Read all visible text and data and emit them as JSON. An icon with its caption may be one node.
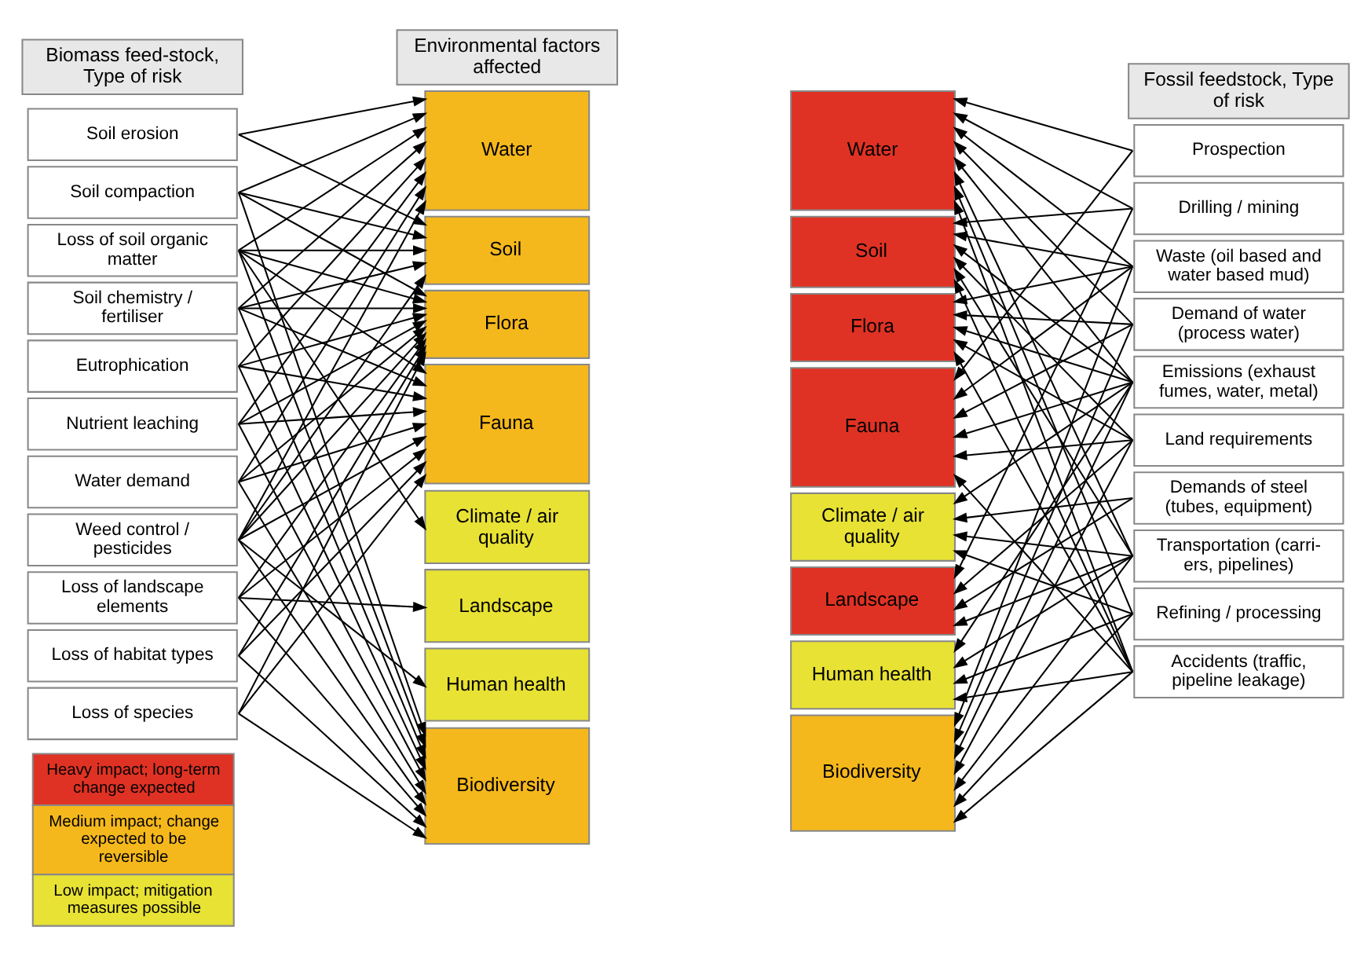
{
  "diagram": {
    "nodes": [
      {
        "text": [
          "Biomass feed-stock, Type of risk"
        ]
      },
      {
        "text": [
          "Environmental factors affected"
        ]
      },
      {
        "text": [
          "Fossil feedstock, Type of risk"
        ]
      },
      {
        "text": [
          "Soil erosion"
        ]
      },
      {
        "text": [
          "Soil compaction"
        ]
      },
      {
        "text": [
          "Loss of soil organic matter"
        ]
      },
      {
        "text": [
          "Soil chemistry / fertiliser"
        ]
      },
      {
        "text": [
          "Eutrophication"
        ]
      },
      {
        "text": [
          "Nutrient leaching"
        ]
      },
      {
        "text": [
          "Water demand"
        ]
      },
      {
        "text": [
          "Weed control / pesticides"
        ]
      },
      {
        "text": [
          "Loss of landscape elements"
        ]
      },
      {
        "text": [
          "Loss of habitat types"
        ]
      },
      {
        "text": [
          "Loss of species"
        ]
      },
      {
        "text": [
          "Water"
        ]
      },
      {
        "text": [
          "Soil"
        ]
      },
      {
        "text": [
          "Flora"
        ]
      },
      {
        "text": [
          "Fauna"
        ]
      },
      {
        "text": [
          "Climate / air quality"
        ]
      },
      {
        "text": [
          "Landscape"
        ]
      },
      {
        "text": [
          "Human health"
        ]
      },
      {
        "text": [
          "Biodiversity"
        ]
      },
      {
        "text": [
          "Water"
        ]
      },
      {
        "text": [
          "Soil"
        ]
      },
      {
        "text": [
          "Flora"
        ]
      },
      {
        "text": [
          "Fauna"
        ]
      },
      {
        "text": [
          "Climate / air quality"
        ]
      },
      {
        "text": [
          "Landscape"
        ]
      },
      {
        "text": [
          "Human health"
        ]
      },
      {
        "text": [
          "Biodiversity"
        ]
      },
      {
        "text": [
          "Prospection"
        ]
      },
      {
        "text": [
          "Drilling / mining"
        ]
      },
      {
        "text": [
          "Waste (oil based and water based mud)"
        ]
      },
      {
        "text": [
          "Demand of water (process water)"
        ]
      },
      {
        "text": [
          "Emissions (exhaust fumes, water, metal)"
        ]
      },
      {
        "text": [
          "Land requirements"
        ]
      },
      {
        "text": [
          "Demands of steel (tubes, equipment)"
        ]
      },
      {
        "text": [
          "Transportation (carri- ers, pipelines)"
        ]
      },
      {
        "text": [
          "Refining / processing"
        ]
      },
      {
        "text": [
          "Accidents (traffic, pipeline leakage)"
        ]
      }
    ],
    "edges": [
      {
        "from": 3,
        "to": 14,
        "arrow": "to"
      },
      {
        "from": 3,
        "to": 15,
        "arrow": "to"
      },
      {
        "from": 4,
        "to": 14,
        "arrow": "to"
      },
      {
        "from": 4,
        "to": 15,
        "arrow": "to"
      },
      {
        "from": 4,
        "to": 16,
        "arrow": "to"
      },
      {
        "from": 4,
        "to": 21,
        "arrow": "to"
      },
      {
        "from": 5,
        "to": 14,
        "arrow": "to"
      },
      {
        "from": 5,
        "to": 15,
        "arrow": "to"
      },
      {
        "from": 5,
        "to": 16,
        "arrow": "to"
      },
      {
        "from": 5,
        "to": 17,
        "arrow": "to"
      },
      {
        "from": 5,
        "to": 18,
        "arrow": "to"
      },
      {
        "from": 5,
        "to": 21,
        "arrow": "to"
      },
      {
        "from": 6,
        "to": 14,
        "arrow": "to"
      },
      {
        "from": 6,
        "to": 15,
        "arrow": "to"
      },
      {
        "from": 6,
        "to": 16,
        "arrow": "to"
      },
      {
        "from": 6,
        "to": 17,
        "arrow": "to"
      },
      {
        "from": 6,
        "to": 21,
        "arrow": "to"
      },
      {
        "from": 7,
        "to": 14,
        "arrow": "to"
      },
      {
        "from": 7,
        "to": 16,
        "arrow": "to"
      },
      {
        "from": 7,
        "to": 17,
        "arrow": "to"
      },
      {
        "from": 7,
        "to": 21,
        "arrow": "to"
      },
      {
        "from": 8,
        "to": 14,
        "arrow": "to"
      },
      {
        "from": 8,
        "to": 16,
        "arrow": "to"
      },
      {
        "from": 8,
        "to": 17,
        "arrow": "to"
      },
      {
        "from": 8,
        "to": 21,
        "arrow": "to"
      },
      {
        "from": 9,
        "to": 14,
        "arrow": "to"
      },
      {
        "from": 9,
        "to": 16,
        "arrow": "to"
      },
      {
        "from": 9,
        "to": 17,
        "arrow": "to"
      },
      {
        "from": 9,
        "to": 21,
        "arrow": "to"
      },
      {
        "from": 10,
        "to": 14,
        "arrow": "to"
      },
      {
        "from": 10,
        "to": 15,
        "arrow": "to"
      },
      {
        "from": 10,
        "to": 16,
        "arrow": "to"
      },
      {
        "from": 10,
        "to": 17,
        "arrow": "to"
      },
      {
        "from": 10,
        "to": 20,
        "arrow": "to"
      },
      {
        "from": 10,
        "to": 21,
        "arrow": "to"
      },
      {
        "from": 11,
        "to": 16,
        "arrow": "to"
      },
      {
        "from": 11,
        "to": 17,
        "arrow": "to"
      },
      {
        "from": 11,
        "to": 19,
        "arrow": "to"
      },
      {
        "from": 11,
        "to": 21,
        "arrow": "to"
      },
      {
        "from": 12,
        "to": 16,
        "arrow": "to"
      },
      {
        "from": 12,
        "to": 17,
        "arrow": "to"
      },
      {
        "from": 12,
        "to": 21,
        "arrow": "to"
      },
      {
        "from": 13,
        "to": 16,
        "arrow": "to"
      },
      {
        "from": 13,
        "to": 17,
        "arrow": "to"
      },
      {
        "from": 13,
        "to": 21,
        "arrow": "to"
      },
      {
        "from": 30,
        "to": 22,
        "arrow": "to"
      },
      {
        "from": 30,
        "to": 25,
        "arrow": "to"
      },
      {
        "from": 31,
        "to": 22,
        "arrow": "to"
      },
      {
        "from": 31,
        "to": 23,
        "arrow": "to"
      },
      {
        "from": 31,
        "to": 27,
        "arrow": "to"
      },
      {
        "from": 32,
        "to": 22,
        "arrow": "to"
      },
      {
        "from": 32,
        "to": 23,
        "arrow": "to"
      },
      {
        "from": 32,
        "to": 24,
        "arrow": "to"
      },
      {
        "from": 32,
        "to": 25,
        "arrow": "to"
      },
      {
        "from": 32,
        "to": 29,
        "arrow": "to"
      },
      {
        "from": 33,
        "to": 22,
        "arrow": "to"
      },
      {
        "from": 33,
        "to": 24,
        "arrow": "to"
      },
      {
        "from": 33,
        "to": 25,
        "arrow": "to"
      },
      {
        "from": 33,
        "to": 29,
        "arrow": "to"
      },
      {
        "from": 34,
        "to": 22,
        "arrow": "to"
      },
      {
        "from": 34,
        "to": 23,
        "arrow": "to"
      },
      {
        "from": 34,
        "to": 24,
        "arrow": "to"
      },
      {
        "from": 34,
        "to": 25,
        "arrow": "to"
      },
      {
        "from": 34,
        "to": 26,
        "arrow": "to"
      },
      {
        "from": 34,
        "to": 28,
        "arrow": "to"
      },
      {
        "from": 34,
        "to": 29,
        "arrow": "to"
      },
      {
        "from": 35,
        "to": 23,
        "arrow": "to"
      },
      {
        "from": 35,
        "to": 24,
        "arrow": "to"
      },
      {
        "from": 35,
        "to": 25,
        "arrow": "to"
      },
      {
        "from": 35,
        "to": 27,
        "arrow": "to"
      },
      {
        "from": 35,
        "to": 29,
        "arrow": "to"
      },
      {
        "from": 36,
        "to": 26,
        "arrow": "to"
      },
      {
        "from": 36,
        "to": 27,
        "arrow": "to"
      },
      {
        "from": 37,
        "to": 22,
        "arrow": "to"
      },
      {
        "from": 37,
        "to": 23,
        "arrow": "to"
      },
      {
        "from": 37,
        "to": 26,
        "arrow": "to"
      },
      {
        "from": 37,
        "to": 27,
        "arrow": "to"
      },
      {
        "from": 37,
        "to": 28,
        "arrow": "to"
      },
      {
        "from": 37,
        "to": 29,
        "arrow": "to"
      },
      {
        "from": 38,
        "to": 22,
        "arrow": "to"
      },
      {
        "from": 38,
        "to": 26,
        "arrow": "to"
      },
      {
        "from": 38,
        "to": 28,
        "arrow": "to"
      },
      {
        "from": 38,
        "to": 29,
        "arrow": "to"
      },
      {
        "from": 39,
        "to": 22,
        "arrow": "to"
      },
      {
        "from": 39,
        "to": 23,
        "arrow": "to"
      },
      {
        "from": 39,
        "to": 24,
        "arrow": "to"
      },
      {
        "from": 39,
        "to": 25,
        "arrow": "to"
      },
      {
        "from": 39,
        "to": 28,
        "arrow": "to"
      },
      {
        "from": 39,
        "to": 29,
        "arrow": "to"
      }
    ],
    "legend": [
      {
        "text": "Heavy impact; long-term change expected",
        "color": "#e03224"
      },
      {
        "text": "Medium impact; change expected to be reversible",
        "color": "#f5b81c"
      },
      {
        "text": "Low impact; mitigation measures possible",
        "color": "#e8e234"
      }
    ]
  }
}
